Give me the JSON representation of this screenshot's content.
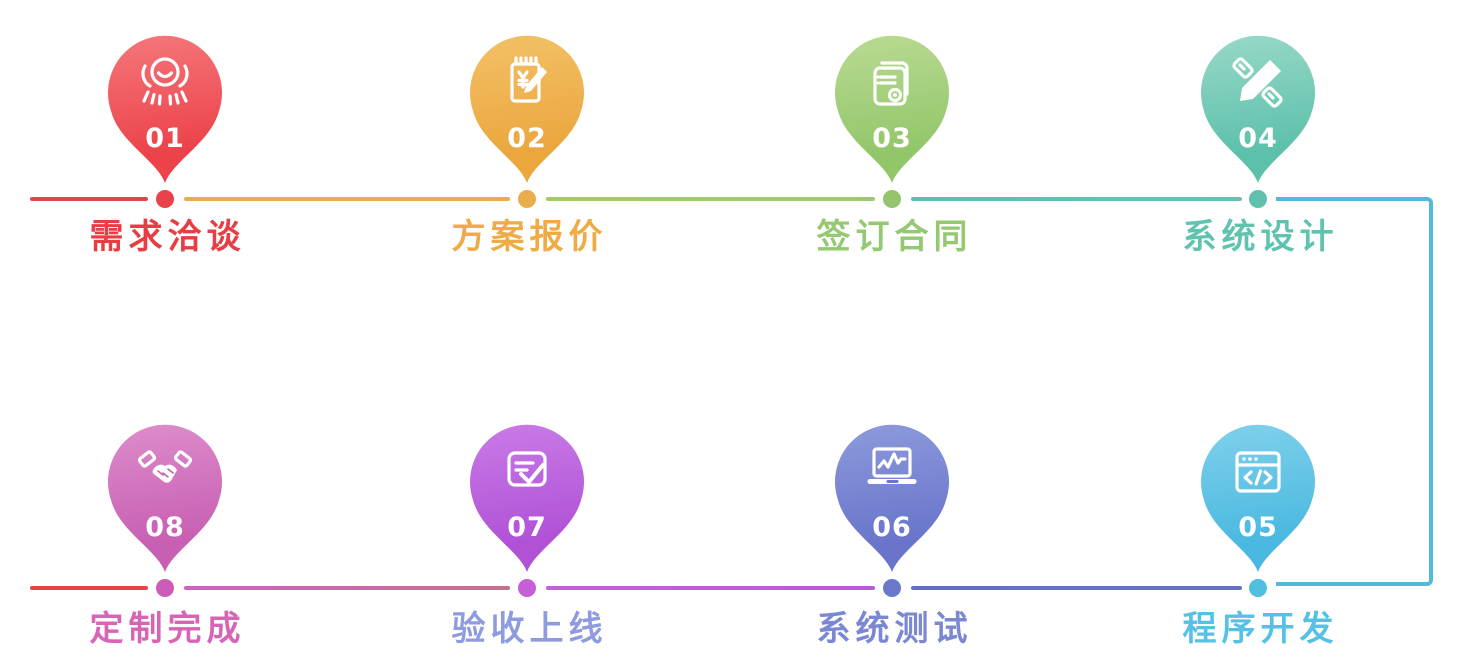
{
  "flow": {
    "steps": [
      {
        "id": "01",
        "label": "需求洽谈",
        "icon": "consultation-icon",
        "pin_light": "#f4767a",
        "pin_dark": "#ec4249",
        "label_color": "#e73d44",
        "dot_color": "#e8434a"
      },
      {
        "id": "02",
        "label": "方案报价",
        "icon": "quotation-notepad-icon",
        "pin_light": "#f3c066",
        "pin_dark": "#eba63d",
        "label_color": "#eeab46",
        "dot_color": "#e9ae4b"
      },
      {
        "id": "03",
        "label": "签订合同",
        "icon": "contract-icon",
        "pin_light": "#b8da92",
        "pin_dark": "#92c669",
        "label_color": "#94c871",
        "dot_color": "#94c56d"
      },
      {
        "id": "04",
        "label": "系统设计",
        "icon": "design-tools-icon",
        "pin_light": "#96d8c7",
        "pin_dark": "#5cc0aa",
        "label_color": "#60c3af",
        "dot_color": "#60c0ac"
      },
      {
        "id": "05",
        "label": "程序开发",
        "icon": "code-window-icon",
        "pin_light": "#7ed0eb",
        "pin_dark": "#4ab8e0",
        "label_color": "#56c1e4",
        "dot_color": "#4fc0e0"
      },
      {
        "id": "06",
        "label": "系统测试",
        "icon": "testing-laptop-icon",
        "pin_light": "#8d99db",
        "pin_dark": "#6875ca",
        "label_color": "#7a87d3",
        "dot_color": "#6b78ca"
      },
      {
        "id": "07",
        "label": "验收上线",
        "icon": "checklist-icon",
        "pin_light": "#c87ae6",
        "pin_dark": "#b051d6",
        "label_color": "#8e9cdf",
        "dot_color": "#c45fd8"
      },
      {
        "id": "08",
        "label": "定制完成",
        "icon": "handshake-icon",
        "pin_light": "#dd8bca",
        "pin_dark": "#c75fb3",
        "label_color": "#d765b5",
        "dot_color": "#cc5cb8"
      }
    ],
    "lines": {
      "top_segments": [
        {
          "name": "lead-in-to-01",
          "color_left": "#e8434a",
          "color_right": "#e8434a"
        },
        {
          "name": "01-to-02",
          "color_left": "#e9ae4b",
          "color_right": "#e9ae4b"
        },
        {
          "name": "02-to-03",
          "color_left": "#a3c96a",
          "color_right": "#9bc973"
        },
        {
          "name": "03-to-04",
          "color_left": "#5bbfb4",
          "color_right": "#66c3b2"
        }
      ],
      "bottom_segments": [
        {
          "name": "08-to-end",
          "color_left": "#e84440",
          "color_right": "#e8434a"
        },
        {
          "name": "07-to-08",
          "color_left": "#cb63c4",
          "color_right": "#c3708d"
        },
        {
          "name": "06-to-07",
          "color_left": "#c160d8",
          "color_right": "#bb58e0"
        },
        {
          "name": "05-to-06",
          "color_left": "#6270c4",
          "color_right": "#6272c0"
        }
      ],
      "connector_color": "#53bade"
    }
  }
}
